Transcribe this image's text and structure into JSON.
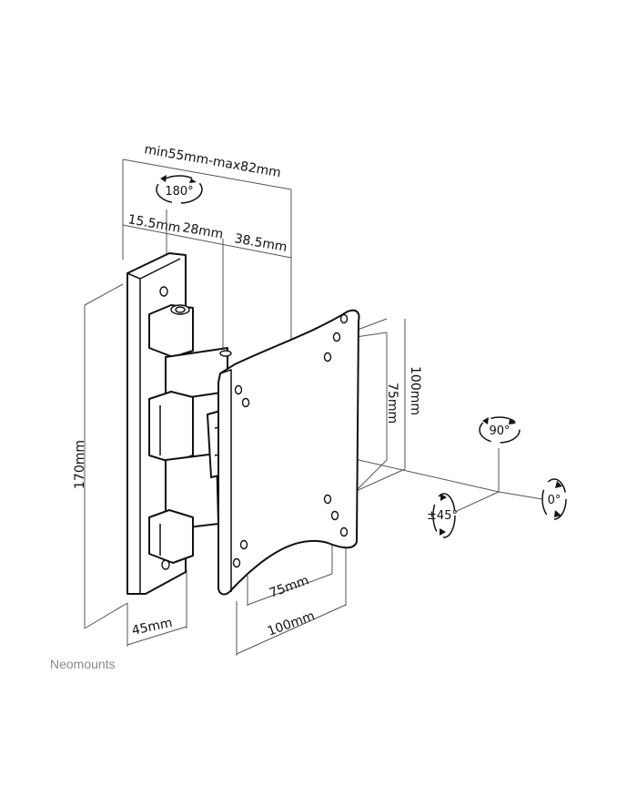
{
  "dimensions": {
    "depth_range": "min55mm-max82mm",
    "seg_a": "15.5mm",
    "seg_b": "28mm",
    "seg_c": "38.5mm",
    "height": "170mm",
    "base_width": "45mm",
    "vesa_h_75": "75mm",
    "vesa_h_100": "100mm",
    "vesa_v_75": "75mm",
    "vesa_v_100": "100mm"
  },
  "rotations": {
    "swivel": "180°",
    "tilt": "90°",
    "rotate": "0°",
    "pivot": "±45°"
  },
  "brand": {
    "logo": "Neomounts"
  },
  "colors": {
    "line": "#555555",
    "outline": "#111111",
    "brand": "#8a8a8a",
    "background": "#ffffff"
  }
}
